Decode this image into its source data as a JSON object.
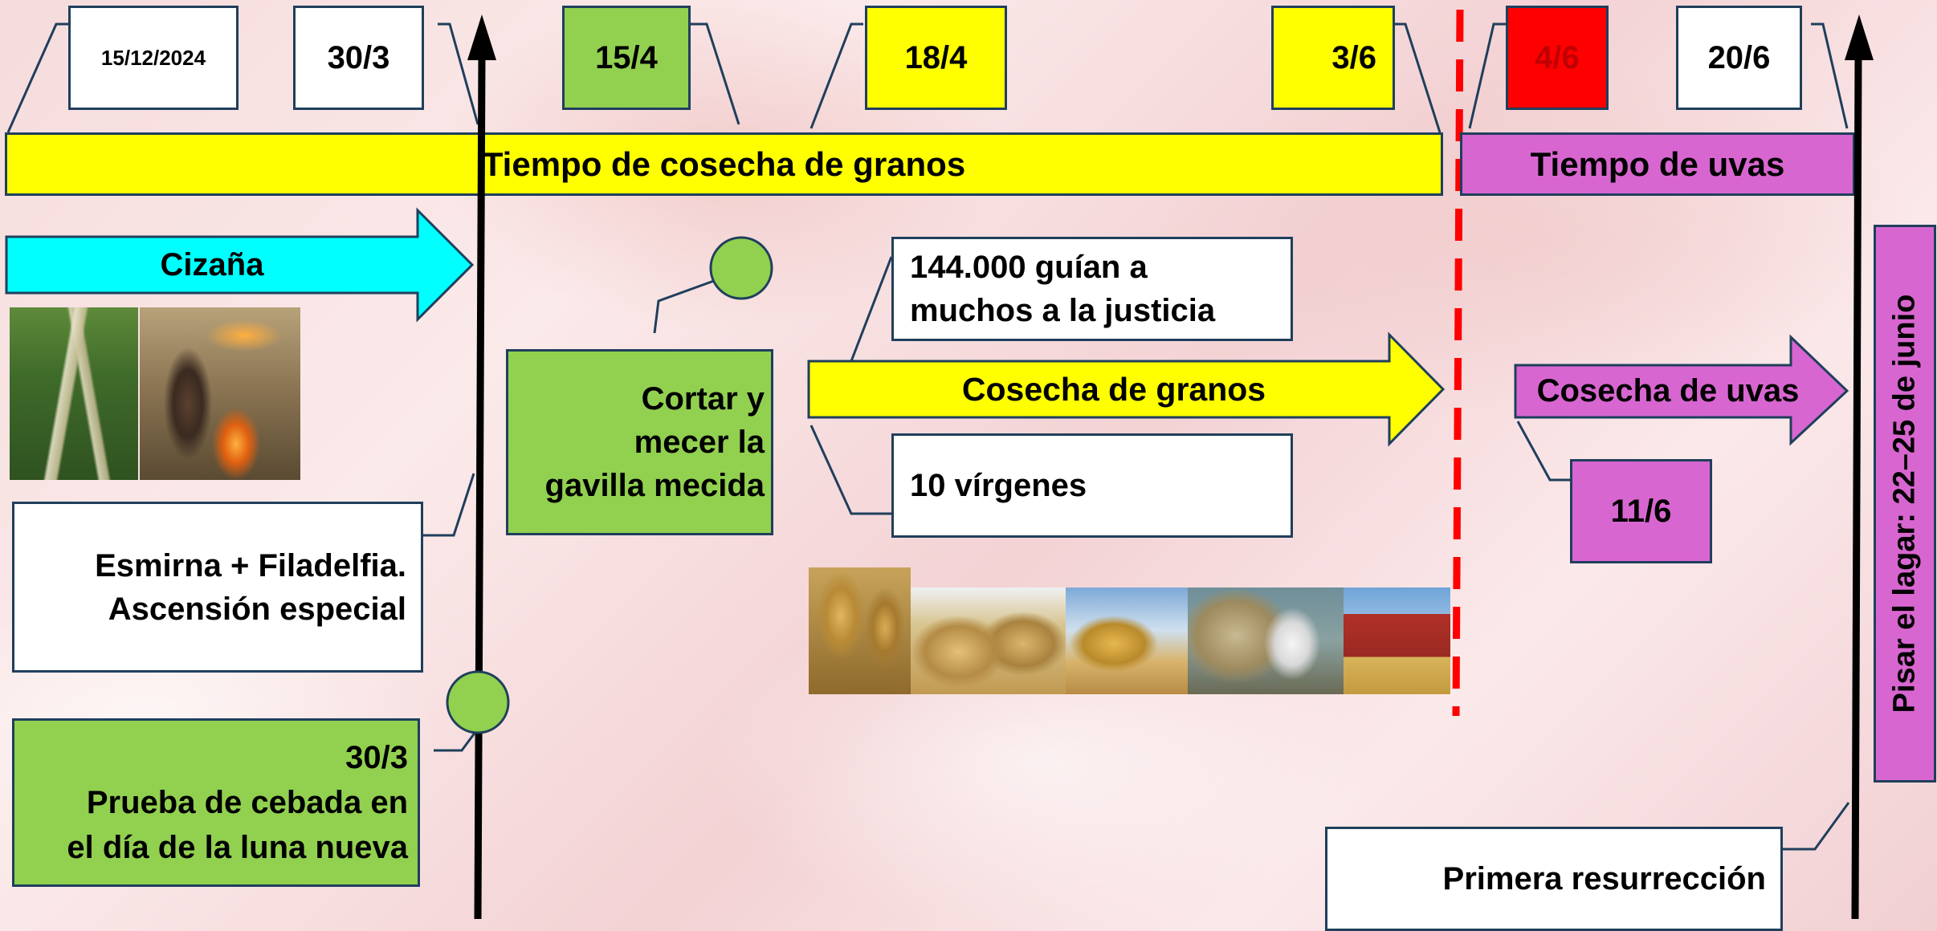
{
  "dates": {
    "d1": "15/12/2024",
    "d2": "30/3",
    "d3": "15/4",
    "d4": "18/4",
    "d5": "3/6",
    "d6": "4/6",
    "d7": "20/6"
  },
  "bands": {
    "grain_time": "Tiempo de cosecha de granos",
    "grape_time": "Tiempo de uvas"
  },
  "arrows": {
    "tares": "Cizaña",
    "grain_harvest": "Cosecha de granos",
    "grape_harvest": "Cosecha de uvas"
  },
  "boxes": {
    "smyrna_line1": "Esmirna + Filadelfia.",
    "smyrna_line2": "Ascensión especial",
    "barley_line1": "30/3",
    "barley_line2": "Prueba de cebada en",
    "barley_line3": "el día de la luna nueva",
    "wave_line1": "Cortar y",
    "wave_line2": "mecer la",
    "wave_line3": "gavilla mecida",
    "guide_line1": "144.000 guían a",
    "guide_line2": "muchos a la justicia",
    "virgins": "10 vírgenes",
    "grape_date": "11/6",
    "first_resurrection": "Primera resurrección",
    "winepress": "Pisar el lagar: 22–25 de junio"
  },
  "colors": {
    "yellow": "#ffff00",
    "green": "#92d050",
    "cyan": "#00ffff",
    "purple": "#d866d0",
    "red": "#ff0000",
    "border": "#1f3f5c"
  }
}
